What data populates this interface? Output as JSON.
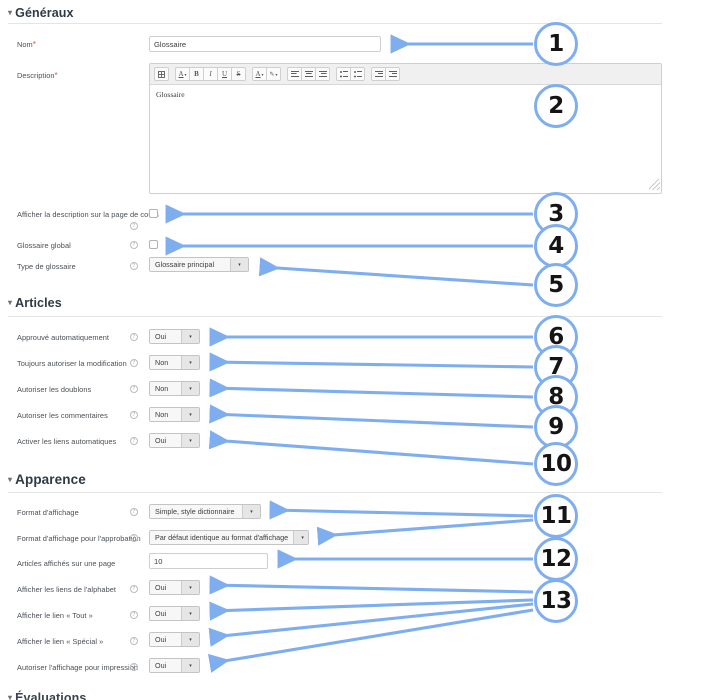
{
  "page": {
    "title": "Moodle glossary activity settings form (French)",
    "accent_blue": "#7eaeef",
    "required_mark": "*"
  },
  "sections": [
    {
      "id": "generaux",
      "label": "Généraux",
      "caret": "▾"
    },
    {
      "id": "articles",
      "label": "Articles",
      "caret": "▾"
    },
    {
      "id": "apparence",
      "label": "Apparence",
      "caret": "▾"
    },
    {
      "id": "evaluations",
      "label": "Évaluations",
      "caret": "▾"
    }
  ],
  "fields": {
    "nom": {
      "label": "Nom",
      "required": true,
      "value": "Glossaire"
    },
    "description": {
      "label": "Description",
      "required": true,
      "value": "Glossaire",
      "toolbar_groups": [
        [
          {
            "name": "table-icon",
            "glyph": "grid"
          }
        ],
        [
          {
            "name": "font-color-icon",
            "glyph": "A-underline",
            "caret": true
          },
          {
            "name": "bold-icon",
            "glyph": "B"
          },
          {
            "name": "italic-icon",
            "glyph": "I"
          },
          {
            "name": "underline-icon",
            "glyph": "U"
          },
          {
            "name": "strikethrough-icon",
            "glyph": "S"
          }
        ],
        [
          {
            "name": "text-color-icon",
            "glyph": "A-underline",
            "caret": true
          },
          {
            "name": "highlight-icon",
            "glyph": "pen",
            "caret": true
          }
        ],
        [
          {
            "name": "align-left-icon",
            "glyph": "align-l"
          },
          {
            "name": "align-center-icon",
            "glyph": "align-c"
          },
          {
            "name": "align-right-icon",
            "glyph": "align-r"
          }
        ],
        [
          {
            "name": "bullet-list-icon",
            "glyph": "list"
          },
          {
            "name": "numbered-list-icon",
            "glyph": "list"
          }
        ],
        [
          {
            "name": "outdent-icon",
            "glyph": "indent"
          },
          {
            "name": "indent-icon",
            "glyph": "indent"
          }
        ]
      ]
    },
    "afficher_description": {
      "label": "Afficher la description sur la page de cours",
      "has_help": true,
      "checked": false
    },
    "glossaire_global": {
      "label": "Glossaire global",
      "has_help": true,
      "checked": false
    },
    "type_de_glossaire": {
      "label": "Type de glossaire",
      "has_help": true,
      "value": "Glossaire principal"
    },
    "approuve_automatiquement": {
      "label": "Approuvé automatiquement",
      "has_help": true,
      "value": "Oui"
    },
    "toujours_autoriser_modification": {
      "label": "Toujours autoriser la modification",
      "has_help": true,
      "value": "Non"
    },
    "autoriser_doublons": {
      "label": "Autoriser les doublons",
      "has_help": true,
      "value": "Non"
    },
    "autoriser_commentaires": {
      "label": "Autoriser les commentaires",
      "has_help": true,
      "value": "Non"
    },
    "activer_liens_automatiques": {
      "label": "Activer les liens automatiques",
      "has_help": true,
      "value": "Oui"
    },
    "format_affichage": {
      "label": "Format d'affichage",
      "has_help": true,
      "value": "Simple, style dictionnaire"
    },
    "format_affichage_approbation": {
      "label": "Format d'affichage pour l'approbation",
      "has_help": true,
      "value": "Par défaut identique au format d'affichage"
    },
    "articles_par_page": {
      "label": "Articles affichés sur une page",
      "has_help": false,
      "value": "10"
    },
    "afficher_liens_alphabet": {
      "label": "Afficher les liens de l'alphabet",
      "has_help": true,
      "value": "Oui"
    },
    "afficher_lien_tout": {
      "label": "Afficher le lien « Tout »",
      "has_help": true,
      "value": "Oui"
    },
    "afficher_lien_special": {
      "label": "Afficher le lien « Spécial »",
      "has_help": true,
      "value": "Oui"
    },
    "autoriser_affichage_impression": {
      "label": "Autoriser l'affichage pour impression",
      "has_help": true,
      "value": "Oui"
    }
  },
  "annotations": [
    {
      "n": "1",
      "target": "nom"
    },
    {
      "n": "2",
      "target": "description"
    },
    {
      "n": "3",
      "target": "afficher_description"
    },
    {
      "n": "4",
      "target": "glossaire_global"
    },
    {
      "n": "5",
      "target": "type_de_glossaire"
    },
    {
      "n": "6",
      "target": "approuve_automatiquement"
    },
    {
      "n": "7",
      "target": "toujours_autoriser_modification"
    },
    {
      "n": "8",
      "target": "autoriser_doublons"
    },
    {
      "n": "9",
      "target": "autoriser_commentaires"
    },
    {
      "n": "10",
      "target": "activer_liens_automatiques"
    },
    {
      "n": "11",
      "target": "format_affichage"
    },
    {
      "n": "12",
      "target": "articles_par_page"
    },
    {
      "n": "13",
      "target": "afficher_liens_alphabet, afficher_lien_tout, afficher_lien_special, autoriser_affichage_impression"
    }
  ]
}
